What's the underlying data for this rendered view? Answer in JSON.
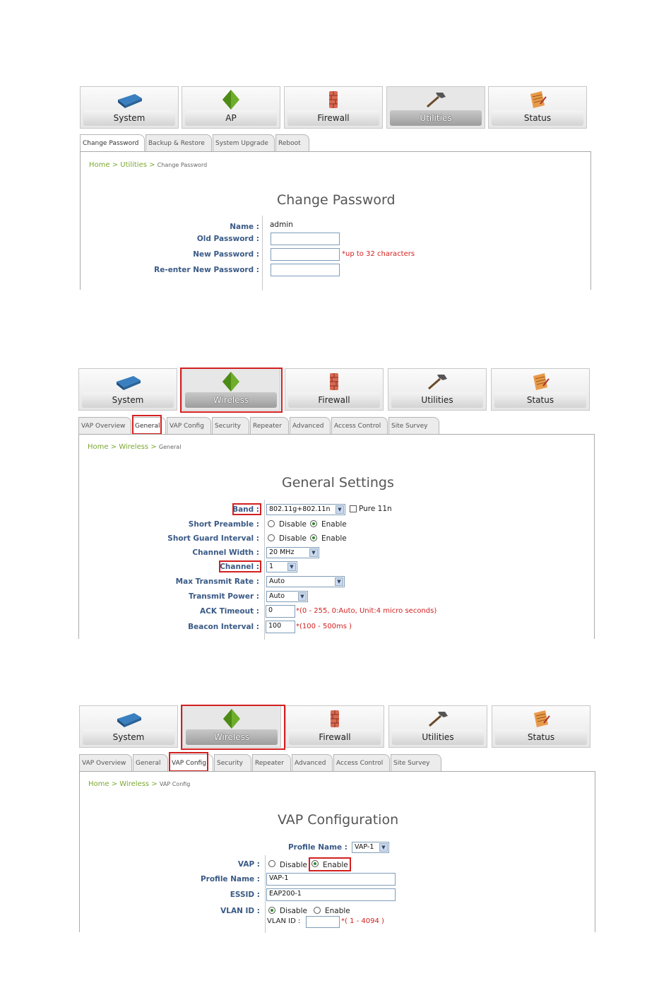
{
  "nav_common": {
    "system": "System",
    "firewall": "Firewall",
    "utilities": "Utilities",
    "status": "Status"
  },
  "panel1": {
    "nav_ap": "AP",
    "tabs": [
      "Change Password",
      "Backup & Restore",
      "System Upgrade",
      "Reboot"
    ],
    "crumb_home": "Home",
    "crumb_sep": ">",
    "crumb_mid": "Utilities",
    "crumb_cur": "Change Password",
    "title": "Change Password",
    "name_label": "Name :",
    "name_value": "admin",
    "old_label": "Old Password :",
    "new_label": "New Password :",
    "new_note": "*up to 32 characters",
    "reenter_label": "Re-enter New Password :"
  },
  "panel2": {
    "nav_wireless": "Wireless",
    "tabs": [
      "VAP Overview",
      "General",
      "VAP Config",
      "Security",
      "Repeater",
      "Advanced",
      "Access Control",
      "Site Survey"
    ],
    "crumb_home": "Home",
    "crumb_sep": ">",
    "crumb_mid": "Wireless",
    "crumb_cur": "General",
    "title": "General Settings",
    "band_label": "Band :",
    "band_value": "802.11g+802.11n",
    "pure_label": "Pure 11n",
    "preamble_label": "Short Preamble :",
    "guard_label": "Short Guard Interval :",
    "disable": "Disable",
    "enable": "Enable",
    "width_label": "Channel Width :",
    "width_value": "20 MHz",
    "channel_label": "Channel :",
    "channel_value": "1",
    "rate_label": "Max Transmit Rate :",
    "rate_value": "Auto",
    "power_label": "Transmit Power :",
    "power_value": "Auto",
    "ack_label": "ACK Timeout :",
    "ack_value": "0",
    "ack_note": "*(0 - 255, 0:Auto, Unit:4 micro seconds)",
    "beacon_label": "Beacon Interval :",
    "beacon_value": "100",
    "beacon_note": "*(100 - 500ms )"
  },
  "panel3": {
    "nav_wireless": "Wireless",
    "tabs": [
      "VAP Overview",
      "General",
      "VAP Config",
      "Security",
      "Repeater",
      "Advanced",
      "Access Control",
      "Site Survey"
    ],
    "crumb_home": "Home",
    "crumb_sep": ">",
    "crumb_mid": "Wireless",
    "crumb_cur": "VAP Config",
    "title": "VAP Configuration",
    "profile_select_label": "Profile Name :",
    "profile_select_value": "VAP-1",
    "vap_label": "VAP :",
    "disable": "Disable",
    "enable": "Enable",
    "profile_label": "Profile Name :",
    "profile_value": "VAP-1",
    "essid_label": "ESSID :",
    "essid_value": "EAP200-1",
    "vlan_label": "VLAN ID :",
    "vlan_id_sub": "VLAN ID :",
    "vlan_note": "*( 1 - 4094 )"
  },
  "colors": {
    "highlight": "#d32020",
    "crumb": "#7aa830",
    "label": "#3a5a86",
    "note": "#d42020"
  }
}
